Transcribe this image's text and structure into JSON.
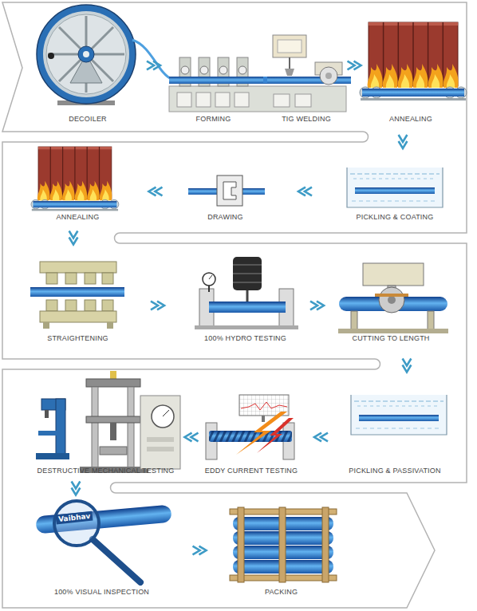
{
  "diagram": {
    "nodes": [
      {
        "text": [
          "DECOILER"
        ]
      },
      {
        "text": [
          "FORMING"
        ]
      },
      {
        "text": [
          "TIG WELDING"
        ]
      },
      {
        "text": [
          "ANNEALING"
        ]
      },
      {
        "text": [
          "PICKLING & COATING"
        ]
      },
      {
        "text": [
          "DRAWING"
        ]
      },
      {
        "text": [
          "ANNEALING"
        ]
      },
      {
        "text": [
          "STRAIGHTENING"
        ]
      },
      {
        "text": [
          "100% HYDRO TESTING"
        ]
      },
      {
        "text": [
          "CUTTING TO LENGTH"
        ]
      },
      {
        "text": [
          "PICKLING & PASSIVATION"
        ]
      },
      {
        "text": [
          "EDDY CURRENT TESTING"
        ]
      },
      {
        "text": [
          "DESTRUCTIVE MECHANICAL TESTING"
        ]
      },
      {
        "text": [
          "100% VISUAL INSPECTION"
        ]
      },
      {
        "text": [
          "PACKING"
        ]
      }
    ],
    "edges": [
      {
        "from": 0,
        "to": 1,
        "arrow": "to"
      },
      {
        "from": 1,
        "to": 2,
        "arrow": "none"
      },
      {
        "from": 2,
        "to": 3,
        "arrow": "to"
      },
      {
        "from": 3,
        "to": 4,
        "arrow": "to"
      },
      {
        "from": 4,
        "to": 5,
        "arrow": "to"
      },
      {
        "from": 5,
        "to": 6,
        "arrow": "to"
      },
      {
        "from": 6,
        "to": 7,
        "arrow": "to"
      },
      {
        "from": 7,
        "to": 8,
        "arrow": "to"
      },
      {
        "from": 8,
        "to": 9,
        "arrow": "to"
      },
      {
        "from": 9,
        "to": 10,
        "arrow": "to"
      },
      {
        "from": 10,
        "to": 11,
        "arrow": "to"
      },
      {
        "from": 11,
        "to": 12,
        "arrow": "to"
      },
      {
        "from": 12,
        "to": 13,
        "arrow": "to"
      },
      {
        "from": 13,
        "to": 14,
        "arrow": "to"
      }
    ],
    "labels": [
      "Vaibhav"
    ]
  }
}
